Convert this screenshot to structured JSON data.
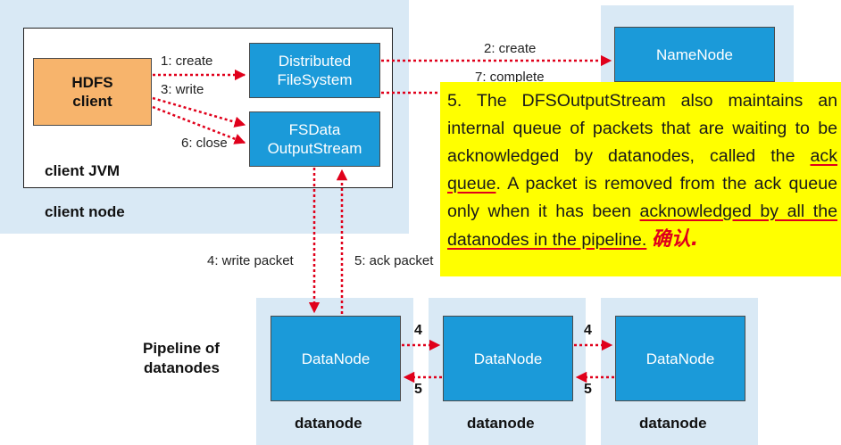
{
  "client": {
    "node_label": "client node",
    "jvm_label": "client JVM",
    "hdfs_client": "HDFS\nclient",
    "distributed_fs": "Distributed\nFileSystem",
    "fsdata_stream": "FSData\nOutputStream"
  },
  "namenode": {
    "label": "NameNode"
  },
  "edges": {
    "create1": "1: create",
    "write3": "3: write",
    "close6": "6: close",
    "create2": "2: create",
    "complete7": "7: complete",
    "write_packet4": "4: write packet",
    "ack_packet5": "5: ack packet"
  },
  "pipeline": {
    "title": "Pipeline of\ndatanodes",
    "nodes": [
      {
        "box": "DataNode",
        "label": "datanode"
      },
      {
        "box": "DataNode",
        "label": "datanode"
      },
      {
        "box": "DataNode",
        "label": "datanode"
      }
    ],
    "fwd_label": "4",
    "back_label": "5"
  },
  "note": {
    "text_1": "5. The DFSOutputStream also maintains an internal queue of packets that are waiting to be acknowledged by datanodes, called the ",
    "underlined_1": "ack queue",
    "text_2": ". A packet is removed from the ack queue only when it has been ",
    "underlined_2": "acknowledged by all the datanodes in the pipeline.",
    "handwriting": "确认."
  },
  "colors": {
    "panel": "#d9e9f5",
    "box_blue": "#1b9ad9",
    "box_orange": "#f7b46c",
    "arrow_red": "#e0001b",
    "note_yellow": "#ffff00"
  }
}
